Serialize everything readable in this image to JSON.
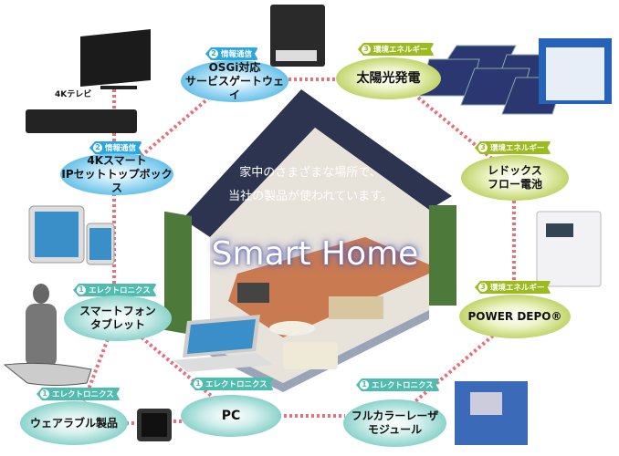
{
  "headline": {
    "line1": "家中のさまざまな場所で、",
    "line2": "当社の製品が使われています。",
    "title": "Smart Home"
  },
  "categories": {
    "electronics": {
      "number": "1",
      "label": "エレクトロニクス",
      "color": "#4fbcb0"
    },
    "info": {
      "number": "2",
      "label": "情報通信",
      "color": "#2ba7e0"
    },
    "energy": {
      "number": "3",
      "label": "環境エネルギー",
      "color": "#9cbb1e"
    }
  },
  "nodes": {
    "osgi": {
      "line1": "OSGi対応",
      "line2": "サービスゲートウェイ"
    },
    "stb": {
      "line1": "4Kスマート",
      "line2": "IPセットトップボックス"
    },
    "solar": {
      "line1": "太陽光発電"
    },
    "redox": {
      "line1": "レドックス",
      "line2": "フロー電池"
    },
    "powerdepo": {
      "line1": "POWER DEPO®"
    },
    "smartphone": {
      "line1": "スマートフォン",
      "line2": "タブレット"
    },
    "wearable": {
      "line1": "ウェアラブル製品"
    },
    "pc": {
      "line1": "PC"
    },
    "laser": {
      "line1": "フルカラーレーザ",
      "line2": "モジュール"
    }
  },
  "tv_label": "4Kテレビ",
  "line_color": "#e8707c"
}
